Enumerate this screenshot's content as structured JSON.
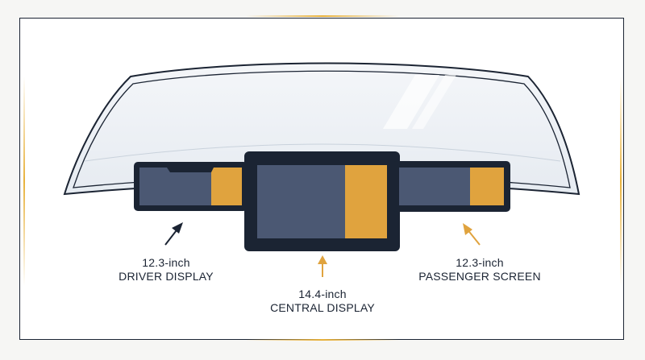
{
  "colors": {
    "frame": "#1b2433",
    "screen_bezel": "#1b2433",
    "screen_panel": "#4b5873",
    "accent": "#e0a33e",
    "windshield_fill": "#edf1f5"
  },
  "labels": {
    "driver": {
      "size": "12.3-inch",
      "name": "DRIVER DISPLAY"
    },
    "central": {
      "size": "14.4-inch",
      "name": "CENTRAL DISPLAY"
    },
    "passenger": {
      "size": "12.3-inch",
      "name": "PASSENGER SCREEN"
    }
  }
}
